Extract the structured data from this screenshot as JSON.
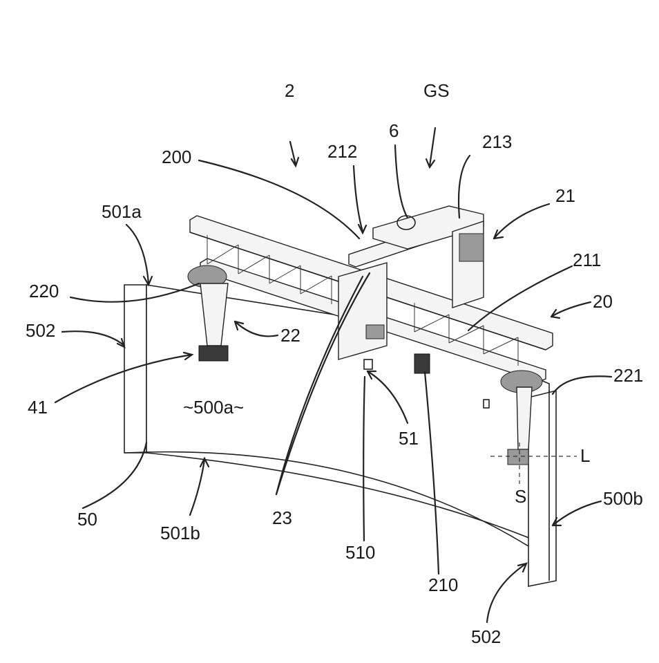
{
  "figure": {
    "labels": {
      "l2": "2",
      "gs": "GS",
      "l6": "6",
      "l212": "212",
      "l213": "213",
      "l200": "200",
      "l21": "21",
      "l501a": "501a",
      "l211": "211",
      "l220": "220",
      "l20": "20",
      "l502_top": "502",
      "l22": "22",
      "l221": "221",
      "l41": "41",
      "l500a": "~500a~",
      "l51": "51",
      "lL": "L",
      "lS": "S",
      "l500b": "500b",
      "l50": "50",
      "l501b": "501b",
      "l23": "23",
      "l510": "510",
      "l210": "210",
      "l502_bottom": "502"
    }
  }
}
